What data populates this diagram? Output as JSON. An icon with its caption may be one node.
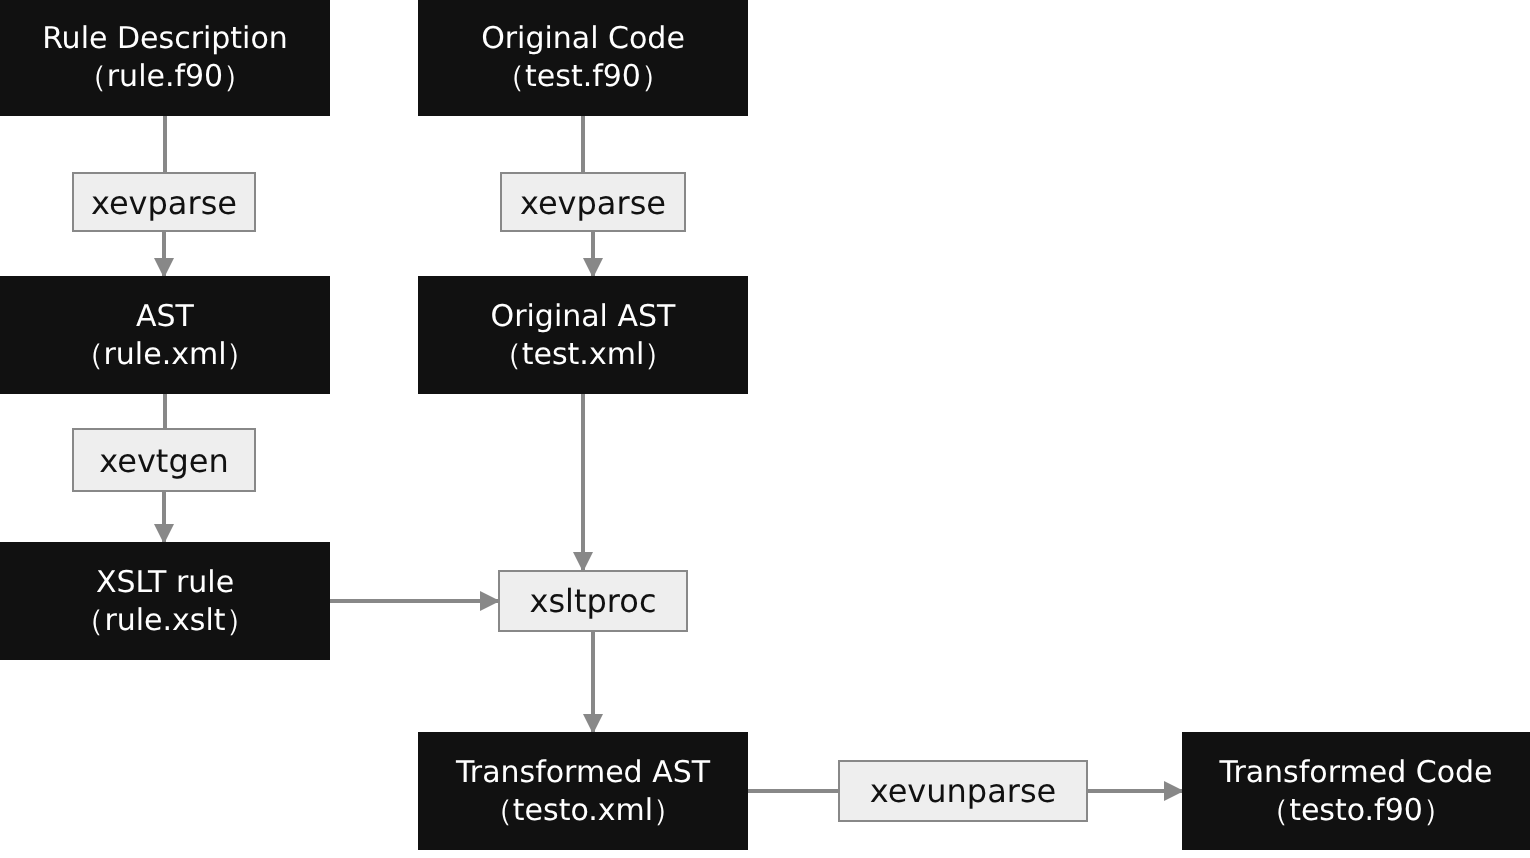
{
  "diagram": {
    "nodes": [
      {
        "text": [
          "Rule Description",
          "（rule.f90）"
        ]
      },
      {
        "text": [
          "Original Code",
          "（test.f90）"
        ]
      },
      {
        "text": [
          "xevparse"
        ]
      },
      {
        "text": [
          "xevparse"
        ]
      },
      {
        "text": [
          "AST",
          "（rule.xml）"
        ]
      },
      {
        "text": [
          "Original AST",
          "（test.xml）"
        ]
      },
      {
        "text": [
          "xevtgen"
        ]
      },
      {
        "text": [
          "XSLT rule",
          "（rule.xslt）"
        ]
      },
      {
        "text": [
          "xsltproc"
        ]
      },
      {
        "text": [
          "Transformed AST",
          "（testo.xml）"
        ]
      },
      {
        "text": [
          "xevunparse"
        ]
      },
      {
        "text": [
          "Transformed Code",
          "（testo.f90）"
        ]
      }
    ],
    "edges": [
      {
        "from": 0,
        "to": 2,
        "arrow": "none"
      },
      {
        "from": 2,
        "to": 4,
        "arrow": "to"
      },
      {
        "from": 1,
        "to": 3,
        "arrow": "none"
      },
      {
        "from": 3,
        "to": 5,
        "arrow": "to"
      },
      {
        "from": 4,
        "to": 6,
        "arrow": "none"
      },
      {
        "from": 6,
        "to": 7,
        "arrow": "to"
      },
      {
        "from": 7,
        "to": 8,
        "arrow": "to"
      },
      {
        "from": 5,
        "to": 8,
        "arrow": "to"
      },
      {
        "from": 8,
        "to": 9,
        "arrow": "to"
      },
      {
        "from": 9,
        "to": 10,
        "arrow": "none"
      },
      {
        "from": 10,
        "to": 11,
        "arrow": "to"
      }
    ]
  }
}
